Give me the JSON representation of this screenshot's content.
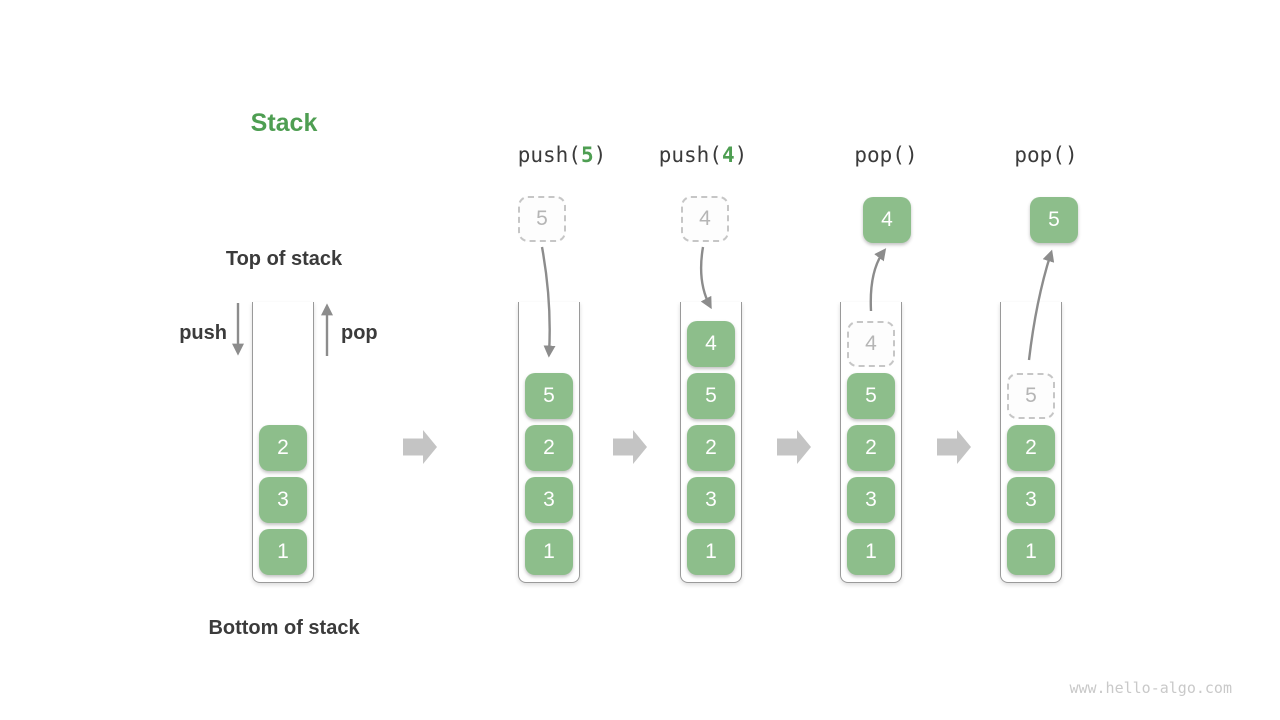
{
  "title": "Stack",
  "stack_labels": {
    "top": "Top of stack",
    "bottom": "Bottom of stack",
    "push": "push",
    "pop": "pop"
  },
  "operations": [
    {
      "pre": "push(",
      "arg": "5",
      "post": ")"
    },
    {
      "pre": "push(",
      "arg": "4",
      "post": ")"
    },
    {
      "pre": "pop(",
      "arg": "",
      "post": ")"
    },
    {
      "pre": "pop(",
      "arg": "",
      "post": ")"
    }
  ],
  "columns": [
    {
      "cells": [
        "2",
        "3",
        "1"
      ]
    },
    {
      "floating": "5",
      "cells": [
        "5",
        "2",
        "3",
        "1"
      ]
    },
    {
      "floating": "4",
      "cells": [
        "4",
        "5",
        "2",
        "3",
        "1"
      ]
    },
    {
      "floating": "4",
      "ghost": "4",
      "cells": [
        "5",
        "2",
        "3",
        "1"
      ]
    },
    {
      "floating": "5",
      "ghost": "5",
      "cells": [
        "2",
        "3",
        "1"
      ]
    }
  ],
  "watermark": "www.hello-algo.com",
  "colors": {
    "green": "#8dbe8b",
    "title_green": "#4e9e52",
    "text_dark": "#3b3b3b",
    "arrow_gray": "#8c8c8c",
    "block_gray": "#c4c4c4",
    "ghost_border": "#c6c6c6",
    "ghost_text": "#b5b5b5",
    "wall_gray": "#9a9a9a",
    "watermark_gray": "#c9c9c9"
  }
}
